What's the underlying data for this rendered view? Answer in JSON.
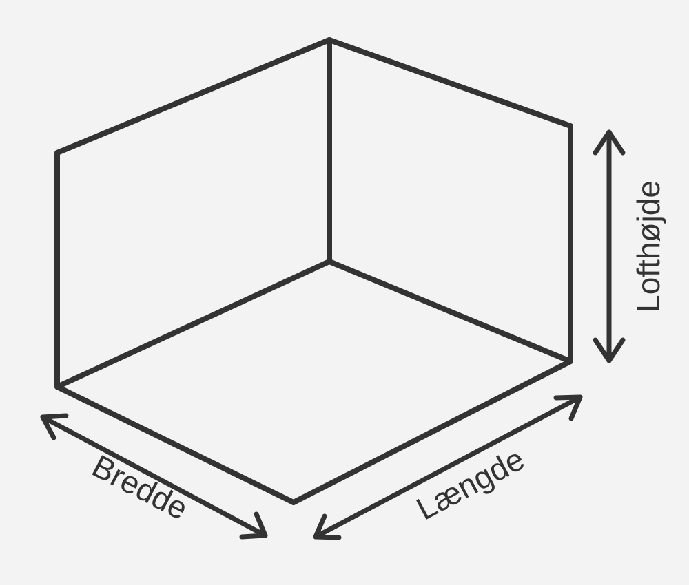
{
  "labels": {
    "width": "Bredde",
    "length": "Længde",
    "ceiling_height": "Lofthøjde"
  },
  "colors": {
    "background": "#f3f3f3",
    "stroke": "#333333"
  }
}
